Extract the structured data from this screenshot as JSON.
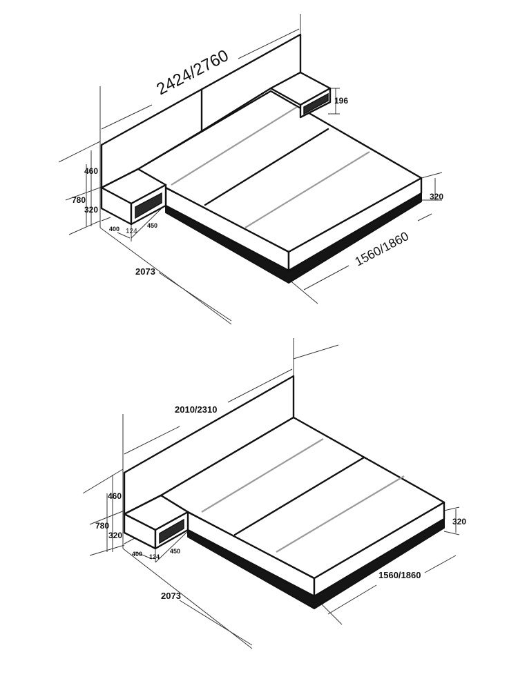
{
  "top_drawing": {
    "headboard_width": "2424/2760",
    "bed_width": "1560/1860",
    "bed_length": "2073",
    "headboard_height": "460",
    "total_height": "780",
    "base_height_left": "320",
    "base_height_right": "320",
    "nightstand_height": "196",
    "nightstand_depth": "400",
    "nightstand_gap": "124",
    "nightstand_length": "450"
  },
  "bottom_drawing": {
    "headboard_width": "2010/2310",
    "bed_width": "1560/1860",
    "bed_length": "2073",
    "headboard_height": "460",
    "total_height": "780",
    "base_height_left": "320",
    "base_height_right": "320",
    "nightstand_depth": "400",
    "nightstand_gap": "124",
    "nightstand_length": "450"
  }
}
